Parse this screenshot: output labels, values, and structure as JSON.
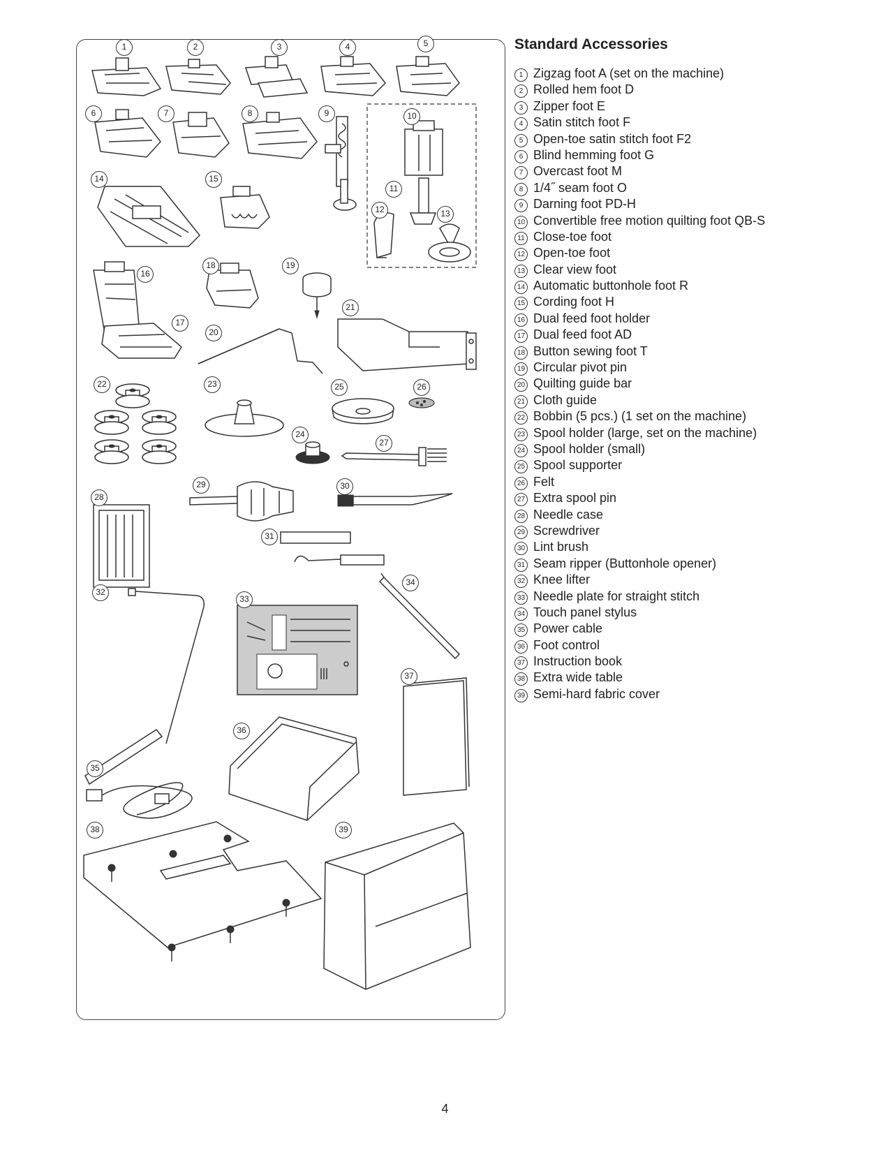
{
  "title": "Standard Accessories",
  "page_number": "4",
  "items": [
    {
      "num": "1",
      "label": "Zigzag foot A (set on the machine)"
    },
    {
      "num": "2",
      "label": "Rolled hem foot D"
    },
    {
      "num": "3",
      "label": "Zipper foot E"
    },
    {
      "num": "4",
      "label": "Satin stitch foot F"
    },
    {
      "num": "5",
      "label": "Open-toe satin stitch foot F2"
    },
    {
      "num": "6",
      "label": "Blind hemming foot G"
    },
    {
      "num": "7",
      "label": "Overcast foot M"
    },
    {
      "num": "8",
      "label": "1/4˝ seam foot O"
    },
    {
      "num": "9",
      "label": "Darning foot PD-H"
    },
    {
      "num": "10",
      "label": "Convertible free motion quilting foot QB-S"
    },
    {
      "num": "11",
      "label": "Close-toe foot"
    },
    {
      "num": "12",
      "label": "Open-toe foot"
    },
    {
      "num": "13",
      "label": "Clear view foot"
    },
    {
      "num": "14",
      "label": "Automatic buttonhole foot R"
    },
    {
      "num": "15",
      "label": "Cording foot H"
    },
    {
      "num": "16",
      "label": "Dual feed foot holder"
    },
    {
      "num": "17",
      "label": "Dual feed foot AD"
    },
    {
      "num": "18",
      "label": "Button sewing foot T"
    },
    {
      "num": "19",
      "label": "Circular pivot pin"
    },
    {
      "num": "20",
      "label": "Quilting guide bar"
    },
    {
      "num": "21",
      "label": "Cloth guide"
    },
    {
      "num": "22",
      "label": "Bobbin (5 pcs.) (1 set on the machine)"
    },
    {
      "num": "23",
      "label": "Spool holder (large, set on the machine)"
    },
    {
      "num": "24",
      "label": "Spool holder (small)"
    },
    {
      "num": "25",
      "label": "Spool supporter"
    },
    {
      "num": "26",
      "label": "Felt"
    },
    {
      "num": "27",
      "label": "Extra spool pin"
    },
    {
      "num": "28",
      "label": "Needle case"
    },
    {
      "num": "29",
      "label": "Screwdriver"
    },
    {
      "num": "30",
      "label": "Lint brush"
    },
    {
      "num": "31",
      "label": "Seam ripper (Buttonhole opener)"
    },
    {
      "num": "32",
      "label": "Knee lifter"
    },
    {
      "num": "33",
      "label": "Needle plate for straight stitch"
    },
    {
      "num": "34",
      "label": "Touch panel stylus"
    },
    {
      "num": "35",
      "label": "Power cable"
    },
    {
      "num": "36",
      "label": "Foot control"
    },
    {
      "num": "37",
      "label": "Instruction book"
    },
    {
      "num": "38",
      "label": "Extra wide table"
    },
    {
      "num": "39",
      "label": "Semi-hard fabric cover"
    }
  ]
}
